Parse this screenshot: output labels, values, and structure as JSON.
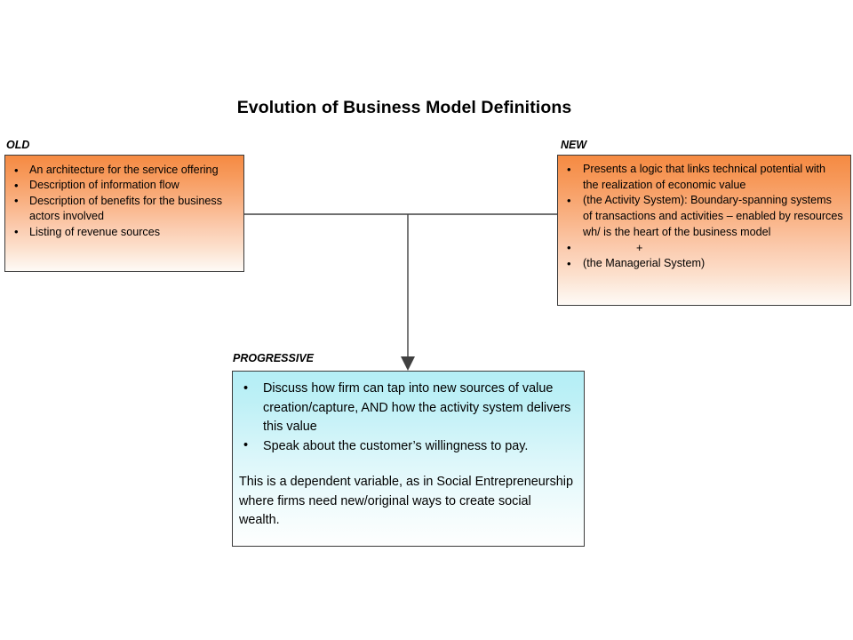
{
  "page": {
    "title": "Evolution of Business Model Definitions",
    "background_color": "#ffffff"
  },
  "colors": {
    "orange_gradient_top": "#f58a42",
    "orange_gradient_bottom": "#fefaf6",
    "cyan_gradient_top": "#b4eef6",
    "cyan_gradient_bottom": "#fefefe",
    "border": "#3b3b3b",
    "connector": "#404040",
    "text": "#000000"
  },
  "groups": {
    "old": {
      "label": "OLD",
      "items": [
        "An architecture for the service offering",
        "Description of information flow",
        "Description of benefits for the business actors involved",
        "Listing of revenue sources"
      ]
    },
    "new": {
      "label": "NEW",
      "items": [
        "Presents a logic that links technical potential with the realization of economic value",
        "(the Activity System):  Boundary-spanning systems of transactions and activities – enabled by resources wh/ is the heart of the business model",
        "+",
        "(the Managerial System)"
      ]
    },
    "progressive": {
      "label": "PROGRESSIVE",
      "items": [
        "Discuss how firm can tap into new sources of value creation/capture, AND how the activity system delivers this value",
        "Speak about the customer’s willingness to pay."
      ],
      "paragraph": "This is a dependent variable, as in Social Entrepreneurship where firms need new/original ways to create social wealth."
    }
  },
  "connectors": {
    "horizontal_label": "old-to-new-connector",
    "vertical_label": "connector-to-progressive-arrow"
  }
}
